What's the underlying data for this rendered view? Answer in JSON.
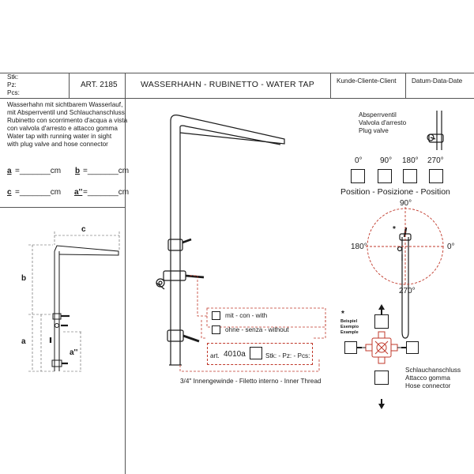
{
  "header": {
    "stk": "Stk:",
    "pz": "Pz:",
    "pcs": "Pcs:",
    "article": "ART. 2185",
    "title": "WASSERHAHN - RUBINETTO - WATER TAP",
    "client": "Kunde-Cliente-Client",
    "date": "Datum-Data-Date"
  },
  "description": [
    "Wasserhahn mit sichtbarem Wasserlauf,",
    "mit Absperrventil und Schlauchanschluss",
    "Rubinetto con scorrimento d'acqua a vista",
    "con valvola d'arresto e attacco gomma",
    "Water tap with running water in sight",
    "with plug valve and hose connector"
  ],
  "dims": {
    "a_label": "a",
    "b_label": "b",
    "c_label": "c",
    "a2_label": "a''",
    "a_field": "=_______cm",
    "b_field": "=_______cm",
    "c_field": "=_______cm",
    "a2_field": "=_______cm"
  },
  "drawing_labels": {
    "c": "c",
    "b": "b",
    "a": "a",
    "a2": "a''"
  },
  "options": {
    "with": "mit - con - with",
    "without": "ohne - senza - without",
    "art_prefix": "art.",
    "art_num": "4010a",
    "qty": "Stk: - Pz: - Pcs:",
    "thread": "3/4\" Innengewinde - Filetto interno - Inner Thread"
  },
  "valve": {
    "lines": [
      "Absperrventil",
      "Valvola d'arresto",
      "Plug valve"
    ],
    "angles": [
      "0°",
      "90°",
      "180°",
      "270°"
    ]
  },
  "position": {
    "title": "Position - Posizione - Position",
    "deg90": "90°",
    "deg180": "180°",
    "deg0": "0°",
    "deg270": "270°",
    "star": "*"
  },
  "hose": {
    "example": [
      "Beispiel",
      "Esempio",
      "Example"
    ],
    "star": "*",
    "lines": [
      "Schlauchanschluss",
      "Attacco gomma",
      "Hose connector"
    ]
  },
  "colors": {
    "accent_red": "#c0392b",
    "line": "#1a1a1a",
    "dim_line": "#555555"
  }
}
